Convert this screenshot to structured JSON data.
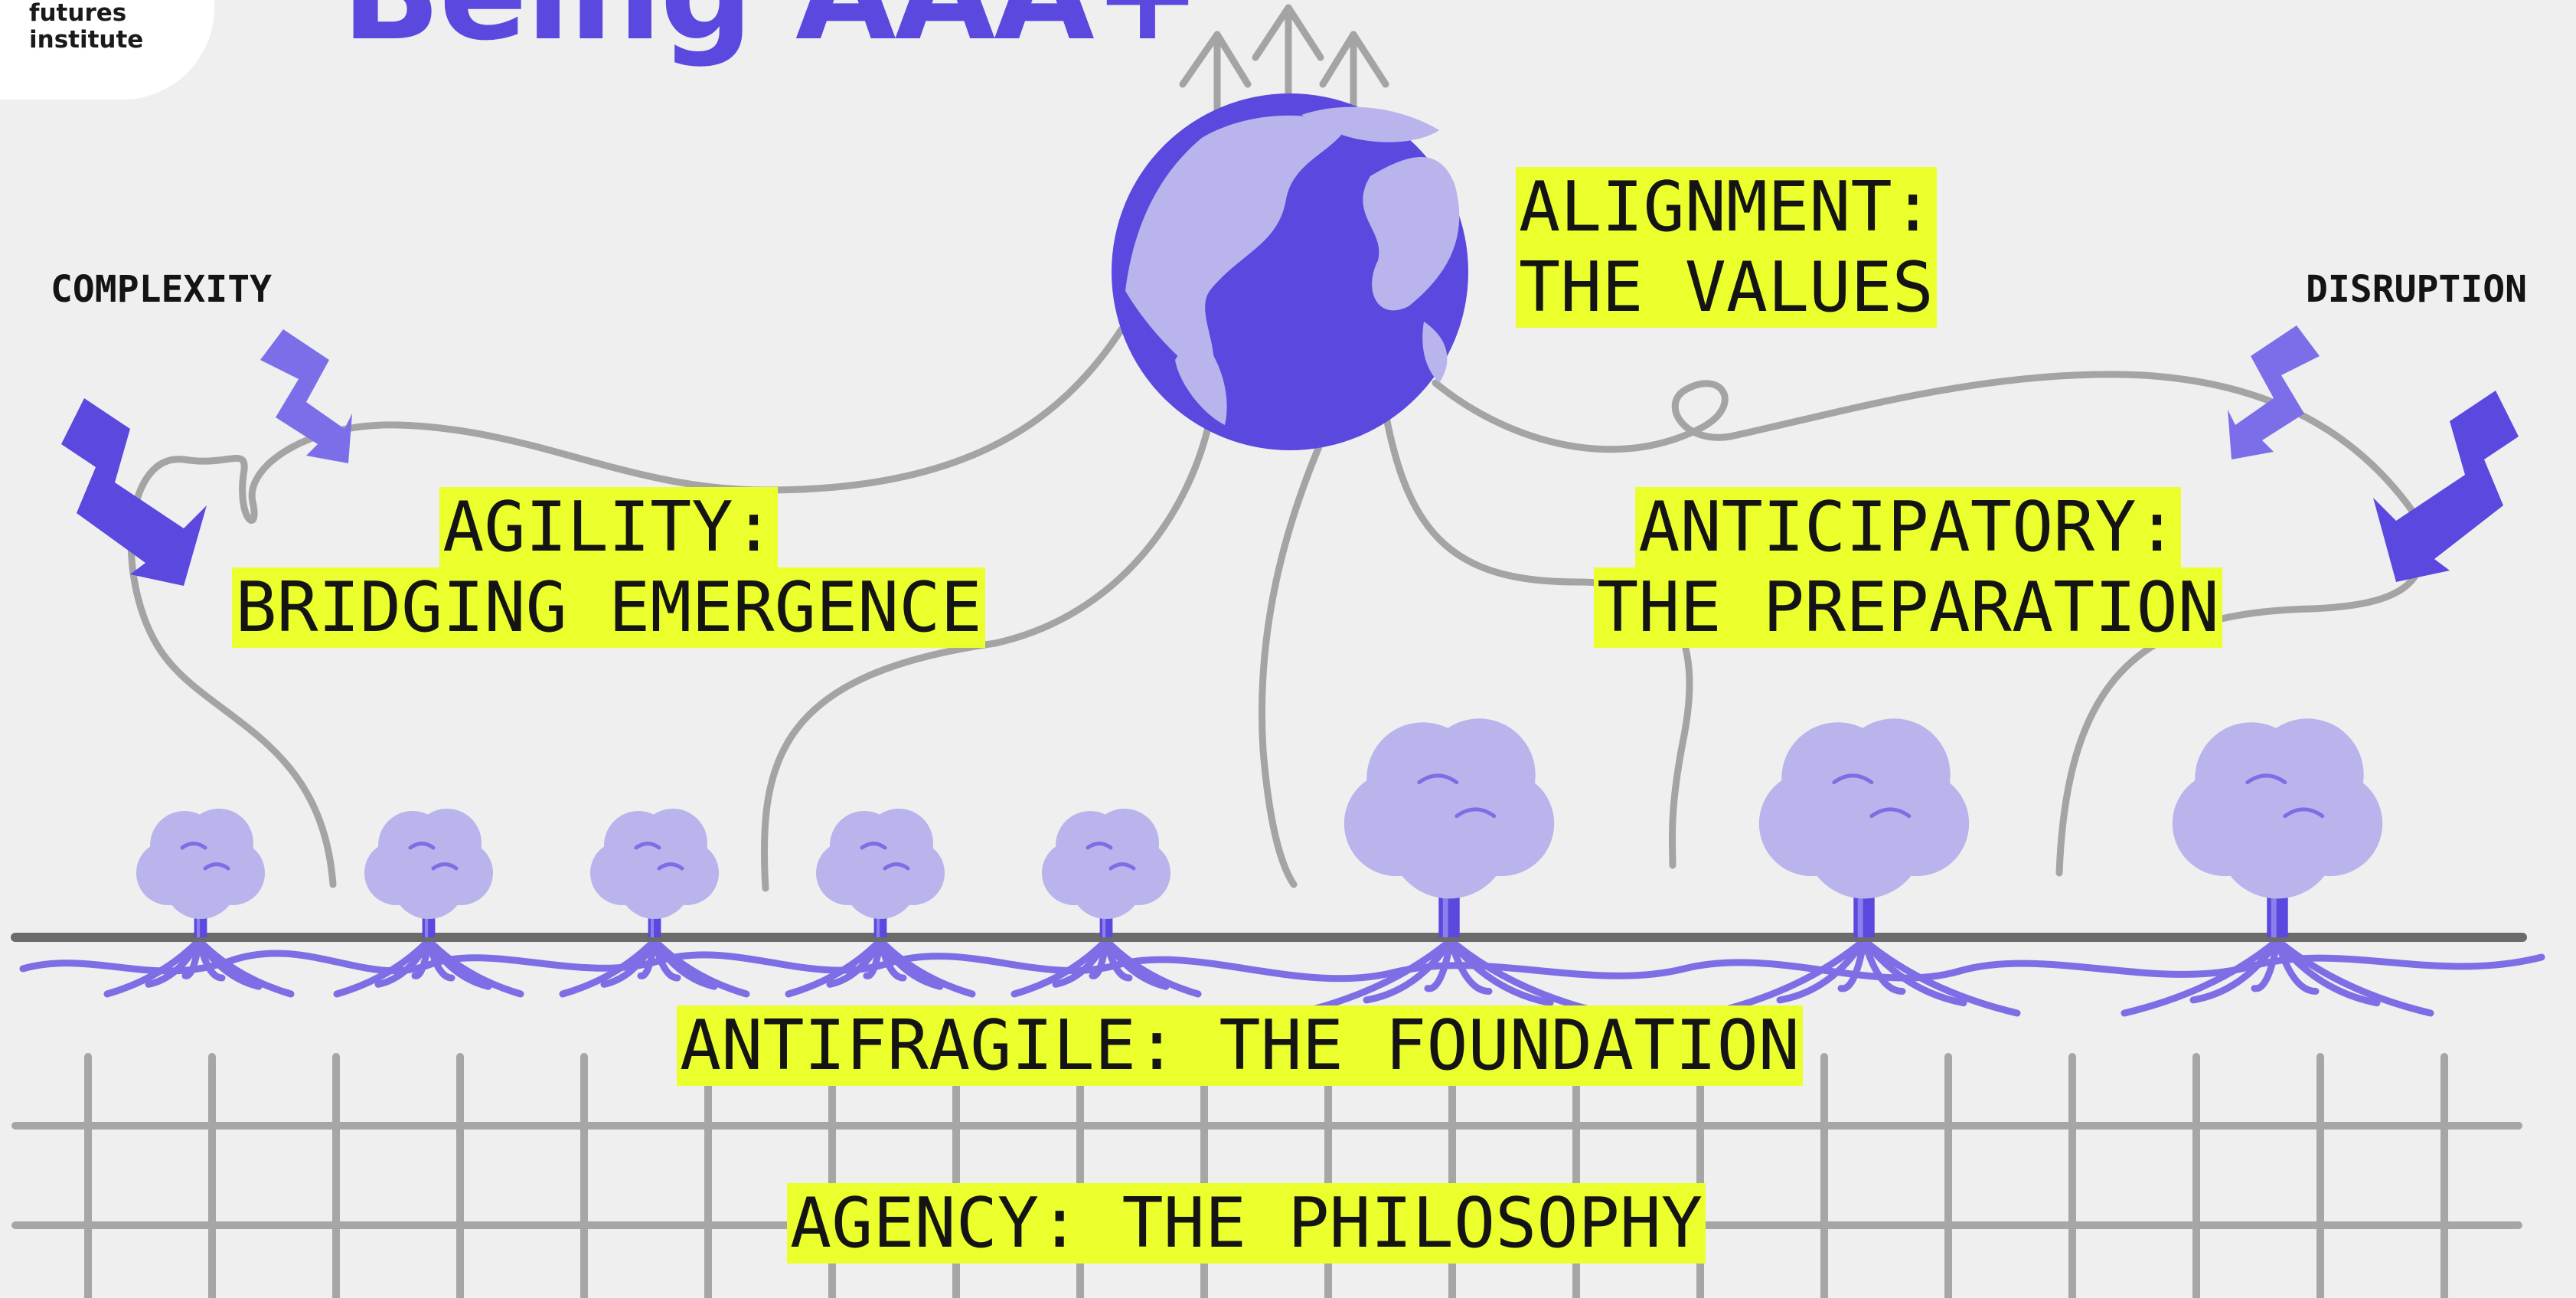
{
  "logo": {
    "line1": "futures",
    "line2": "institute"
  },
  "title": "Being AAA+",
  "labels": {
    "alignment_line1": "ALIGNMENT:",
    "alignment_line2": "THE VALUES",
    "agility_line1": "AGILITY:",
    "agility_line2": "BRIDGING EMERGENCE",
    "anticipatory_line1": "ANTICIPATORY:",
    "anticipatory_line2": "THE PREPARATION",
    "antifragile": "ANTIFRAGILE: THE FOUNDATION",
    "agency": "AGENCY: THE PHILOSOPHY",
    "complexity": "COMPLEXITY",
    "disruption": "DISRUPTION"
  },
  "colors": {
    "purple": "#5b48de",
    "light_purple": "#b9b4ec",
    "highlight": "#eaff2c",
    "line_gray": "#a0a0a0",
    "ground": "#6b6b6b"
  },
  "icons": [
    "globe-icon",
    "arrow-up-icon",
    "lightning-icon",
    "tree-icon",
    "roots-icon",
    "grid-icon"
  ]
}
